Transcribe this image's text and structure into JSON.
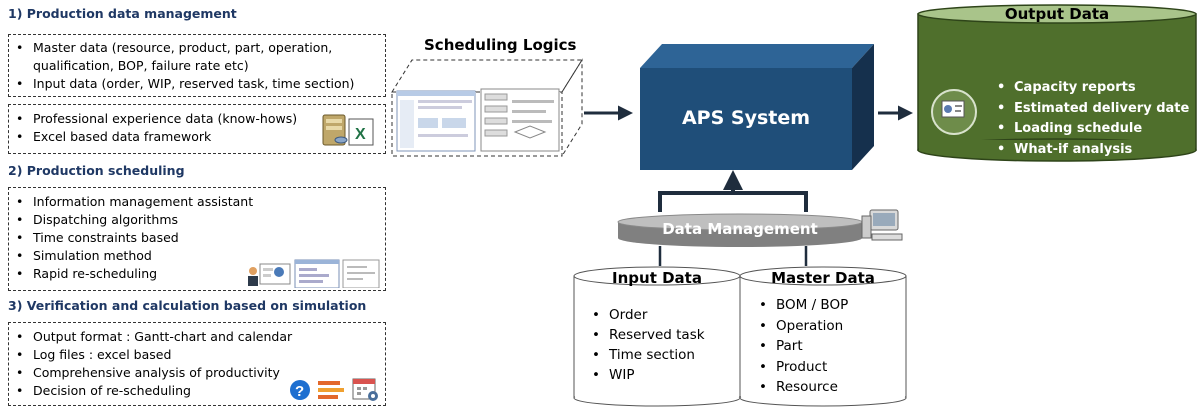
{
  "section1": {
    "title": "1) Production data management",
    "box1": [
      "Master data (resource, product, part, operation,",
      "qualification, BOP, failure rate etc)",
      "Input data (order, WIP, reserved task, time section)"
    ],
    "box2": [
      "Professional experience data (know-hows)",
      "Excel based data framework"
    ]
  },
  "section2": {
    "title": "2) Production scheduling",
    "items": [
      "Information management assistant",
      "Dispatching algorithms",
      "Time constraints based",
      "Simulation method",
      "Rapid re-scheduling"
    ]
  },
  "section3": {
    "title": "3) Verification and calculation based on simulation",
    "items": [
      "Output format : Gantt-chart and calendar",
      "Log files : excel based",
      "Comprehensive analysis of productivity",
      "Decision of re-scheduling"
    ]
  },
  "scheduling_logics": {
    "title": "Scheduling Logics"
  },
  "aps": {
    "title": "APS System"
  },
  "output": {
    "title": "Output Data",
    "items": [
      "Capacity reports",
      "Estimated delivery date",
      "Loading schedule",
      "What-if analysis"
    ]
  },
  "data_management": {
    "title": "Data Management"
  },
  "input_data": {
    "title": "Input Data",
    "items": [
      "Order",
      "Reserved task",
      "Time section",
      "WIP"
    ]
  },
  "master_data": {
    "title": "Master Data",
    "items": [
      "BOM / BOP",
      "Operation",
      "Part",
      "Product",
      "Resource"
    ]
  },
  "colors": {
    "title_blue": "#1f3864",
    "aps_front": "#1f4e79",
    "output_green": "#4f6f2c",
    "arrow": "#1f2d3d"
  },
  "icons": [
    "server-excel-icon",
    "document-thumbnails",
    "people-screen-icon",
    "help-icon",
    "list-lines-icon",
    "calendar-gear-icon",
    "computer-icon",
    "analytics-icon"
  ]
}
